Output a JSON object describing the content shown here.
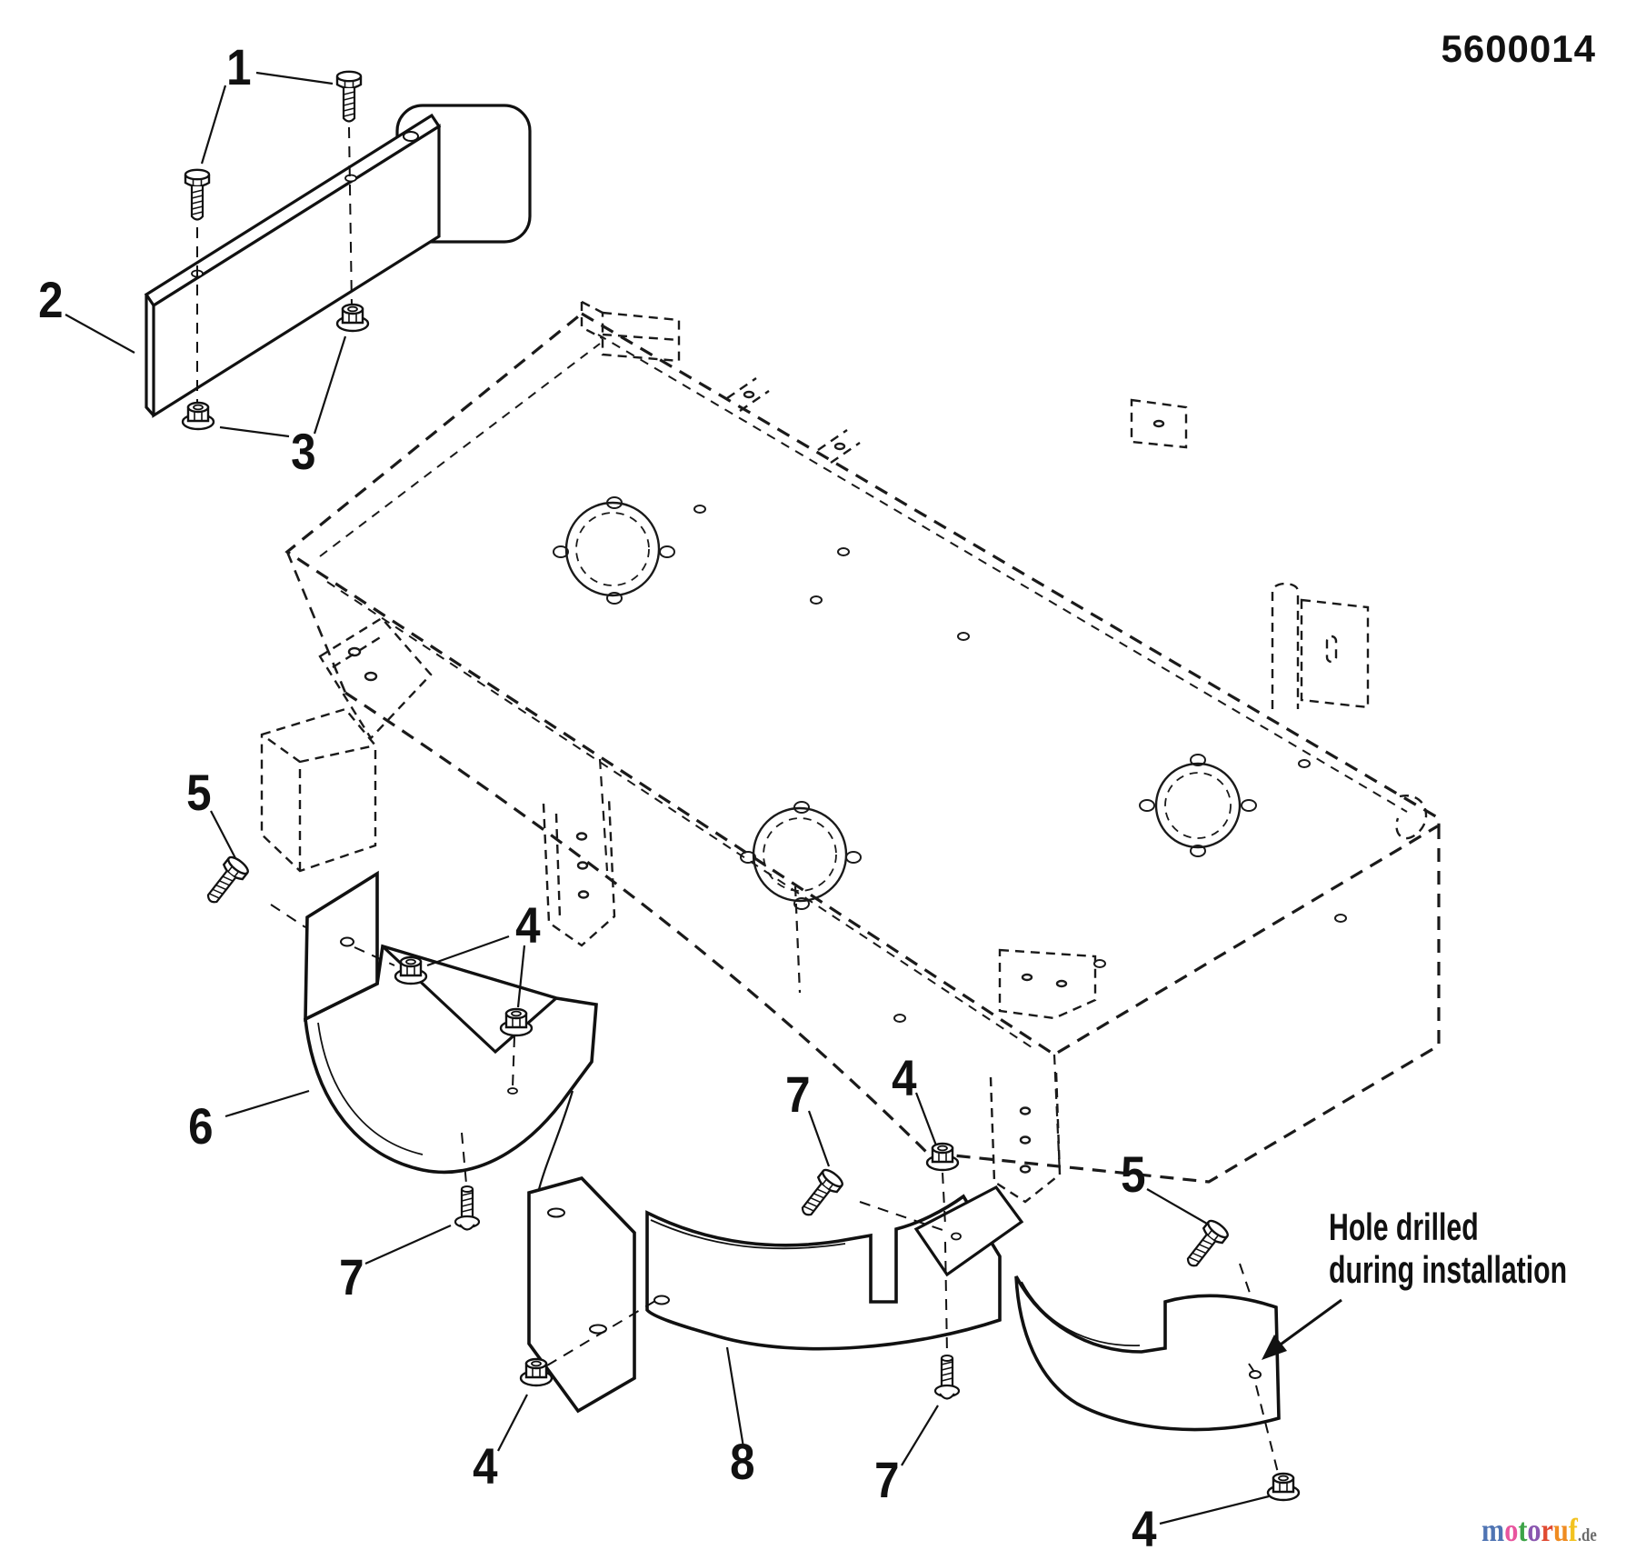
{
  "header": {
    "part_number": "5600014"
  },
  "annotation": {
    "line1": "Hole drilled",
    "line2": "during installation"
  },
  "callouts": [
    {
      "label": "1"
    },
    {
      "label": "2"
    },
    {
      "label": "3"
    },
    {
      "label": "5"
    },
    {
      "label": "4"
    },
    {
      "label": "6"
    },
    {
      "label": "7"
    },
    {
      "label": "4"
    },
    {
      "label": "8"
    },
    {
      "label": "7"
    },
    {
      "label": "4"
    },
    {
      "label": "7"
    },
    {
      "label": "5"
    },
    {
      "label": "4"
    }
  ],
  "watermark": {
    "letters": [
      {
        "ch": "m",
        "color": "#4f74b3"
      },
      {
        "ch": "o",
        "color": "#e8559e"
      },
      {
        "ch": "t",
        "color": "#3da348"
      },
      {
        "ch": "o",
        "color": "#8a56b0"
      },
      {
        "ch": "r",
        "color": "#e04a31"
      },
      {
        "ch": "u",
        "color": "#ef8b21"
      },
      {
        "ch": "f",
        "color": "#f2c21f"
      }
    ],
    "suffix": ".de",
    "suffix_color": "#6b6b6b"
  },
  "drawing": {
    "line_color": "#111111",
    "background": "#ffffff"
  }
}
